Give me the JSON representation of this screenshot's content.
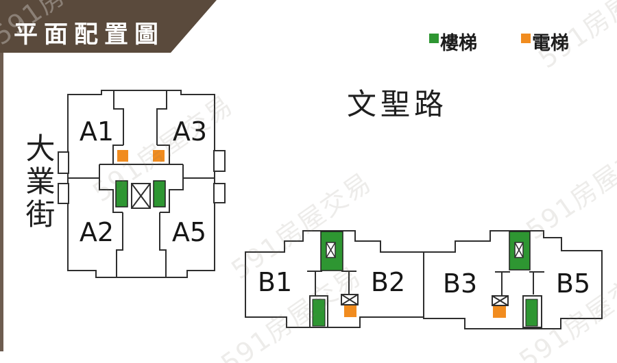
{
  "title": "平面配置圖",
  "legend": {
    "stair_label": "樓梯",
    "elevator_label": "電梯"
  },
  "roads": {
    "top_road": "文聖路",
    "left_road": "大業街"
  },
  "watermark": "591房屋交易",
  "colors": {
    "banner": "#5a4a3c",
    "side_bar": "#6d5c4f",
    "stair": "#2e9632",
    "elevator": "#f18c1f",
    "outline": "#2e2e2e"
  },
  "units": {
    "a1": "A1",
    "a2": "A2",
    "a3": "A3",
    "a5": "A5",
    "b1": "B1",
    "b2": "B2",
    "b3": "B3",
    "b5": "B5"
  }
}
